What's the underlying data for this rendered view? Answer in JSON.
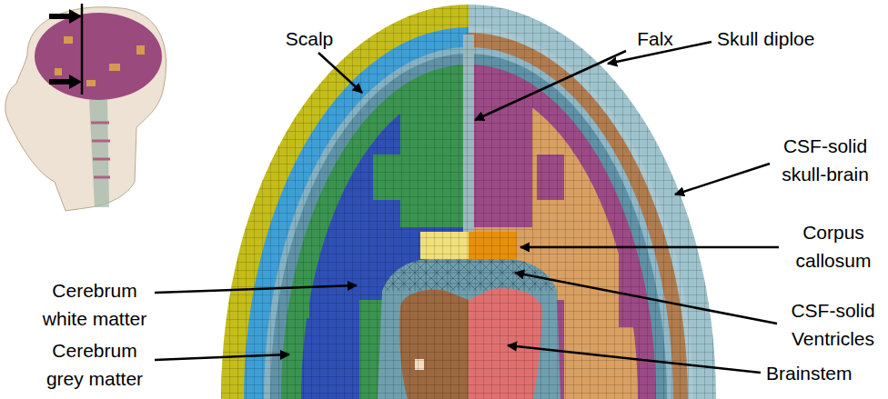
{
  "diagram": {
    "labels": [
      "Scalp",
      "Falx",
      "Skull diploe",
      "CSF-solid skull-brain",
      "Corpus callosum",
      "Cerebrum white matter",
      "CSF-solid Ventricles",
      "Cerebrum grey matter",
      "Brainstem"
    ]
  }
}
